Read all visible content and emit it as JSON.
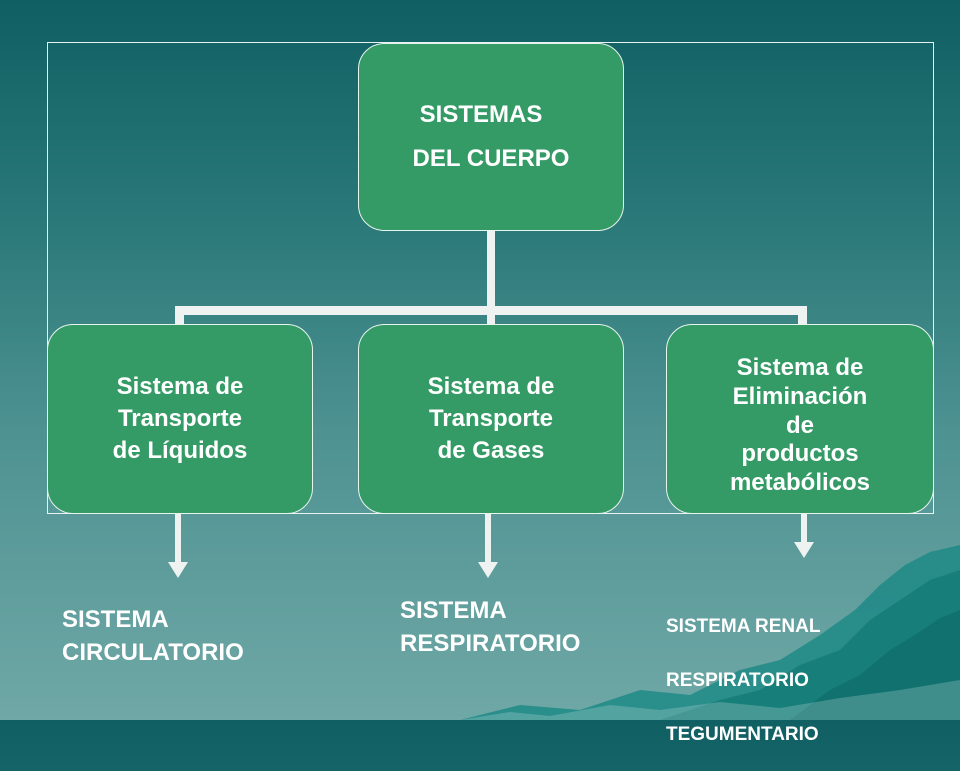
{
  "diagram": {
    "root": {
      "line1": "SISTEMAS",
      "line2": "DEL CUERPO"
    },
    "children": [
      {
        "text": "Sistema de\nTransporte\nde Líquidos"
      },
      {
        "text": "Sistema de\nTransporte\n de Gases"
      },
      {
        "text": "Sistema de\nEliminación\nde\nproductos\n metabólicos"
      }
    ],
    "outputs": [
      {
        "text": "SISTEMA\nCIRCULATORIO"
      },
      {
        "text": "SISTEMA\nRESPIRATORIO"
      },
      {
        "items": [
          "SISTEMA RENAL",
          "RESPIRATORIO",
          "TEGUMENTARIO"
        ]
      }
    ]
  },
  "colors": {
    "node_fill": "#349b66",
    "connector": "#eef3f1",
    "background_top": "#0f5f63",
    "background_bottom": "#6fa8a6"
  }
}
